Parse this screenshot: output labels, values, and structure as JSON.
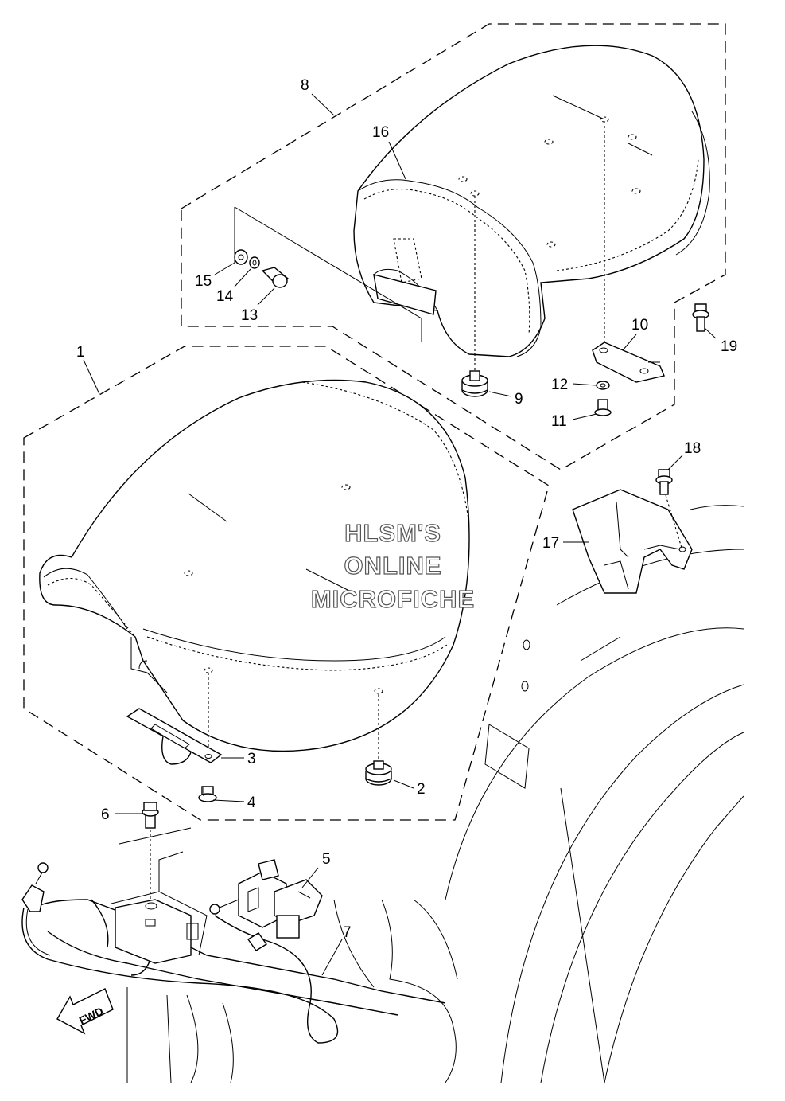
{
  "diagram": {
    "watermark": [
      "HLSM'S",
      "ONLINE",
      "MICROFICHE"
    ],
    "direction_label": "FWD",
    "callouts": [
      "1",
      "2",
      "3",
      "4",
      "5",
      "6",
      "7",
      "8",
      "9",
      "10",
      "11",
      "12",
      "13",
      "14",
      "15",
      "16",
      "17",
      "18",
      "19"
    ]
  }
}
